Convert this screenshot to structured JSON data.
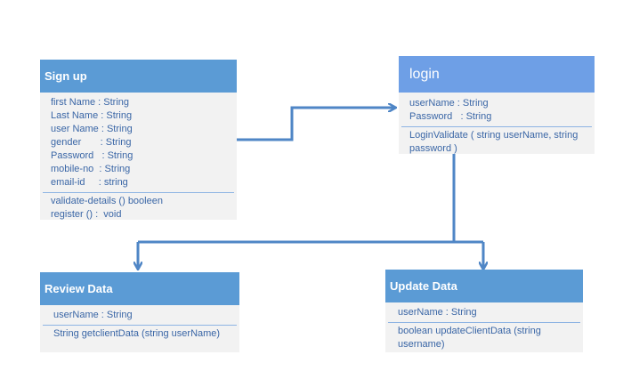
{
  "colors": {
    "header": "#5b9bd5",
    "login_header": "#6e9fe6",
    "body": "#f2f2f2",
    "text": "#3a66a6",
    "connector": "#4f86c6"
  },
  "classes": {
    "signup": {
      "title": "Sign up",
      "attributes": [
        "first Name : String",
        "Last Name : String",
        "user Name : String",
        "gender       : String",
        "Password   : String",
        "mobile-no  : String",
        "email-id     : string"
      ],
      "methods": [
        "validate-details () booleen",
        "register () :  void"
      ]
    },
    "login": {
      "title": "login",
      "attributes": [
        "userName : String",
        "Password   : String"
      ],
      "methods": [
        "LoginValidate ( string userName, string",
        "password )"
      ]
    },
    "review": {
      "title": "Review Data",
      "attributes": [
        "userName : String"
      ],
      "methods": [
        "String getclientData (string userName)"
      ]
    },
    "update": {
      "title": "Update Data",
      "attributes": [
        "userName : String"
      ],
      "methods": [
        "boolean updateClientData (string",
        "username)"
      ]
    }
  }
}
